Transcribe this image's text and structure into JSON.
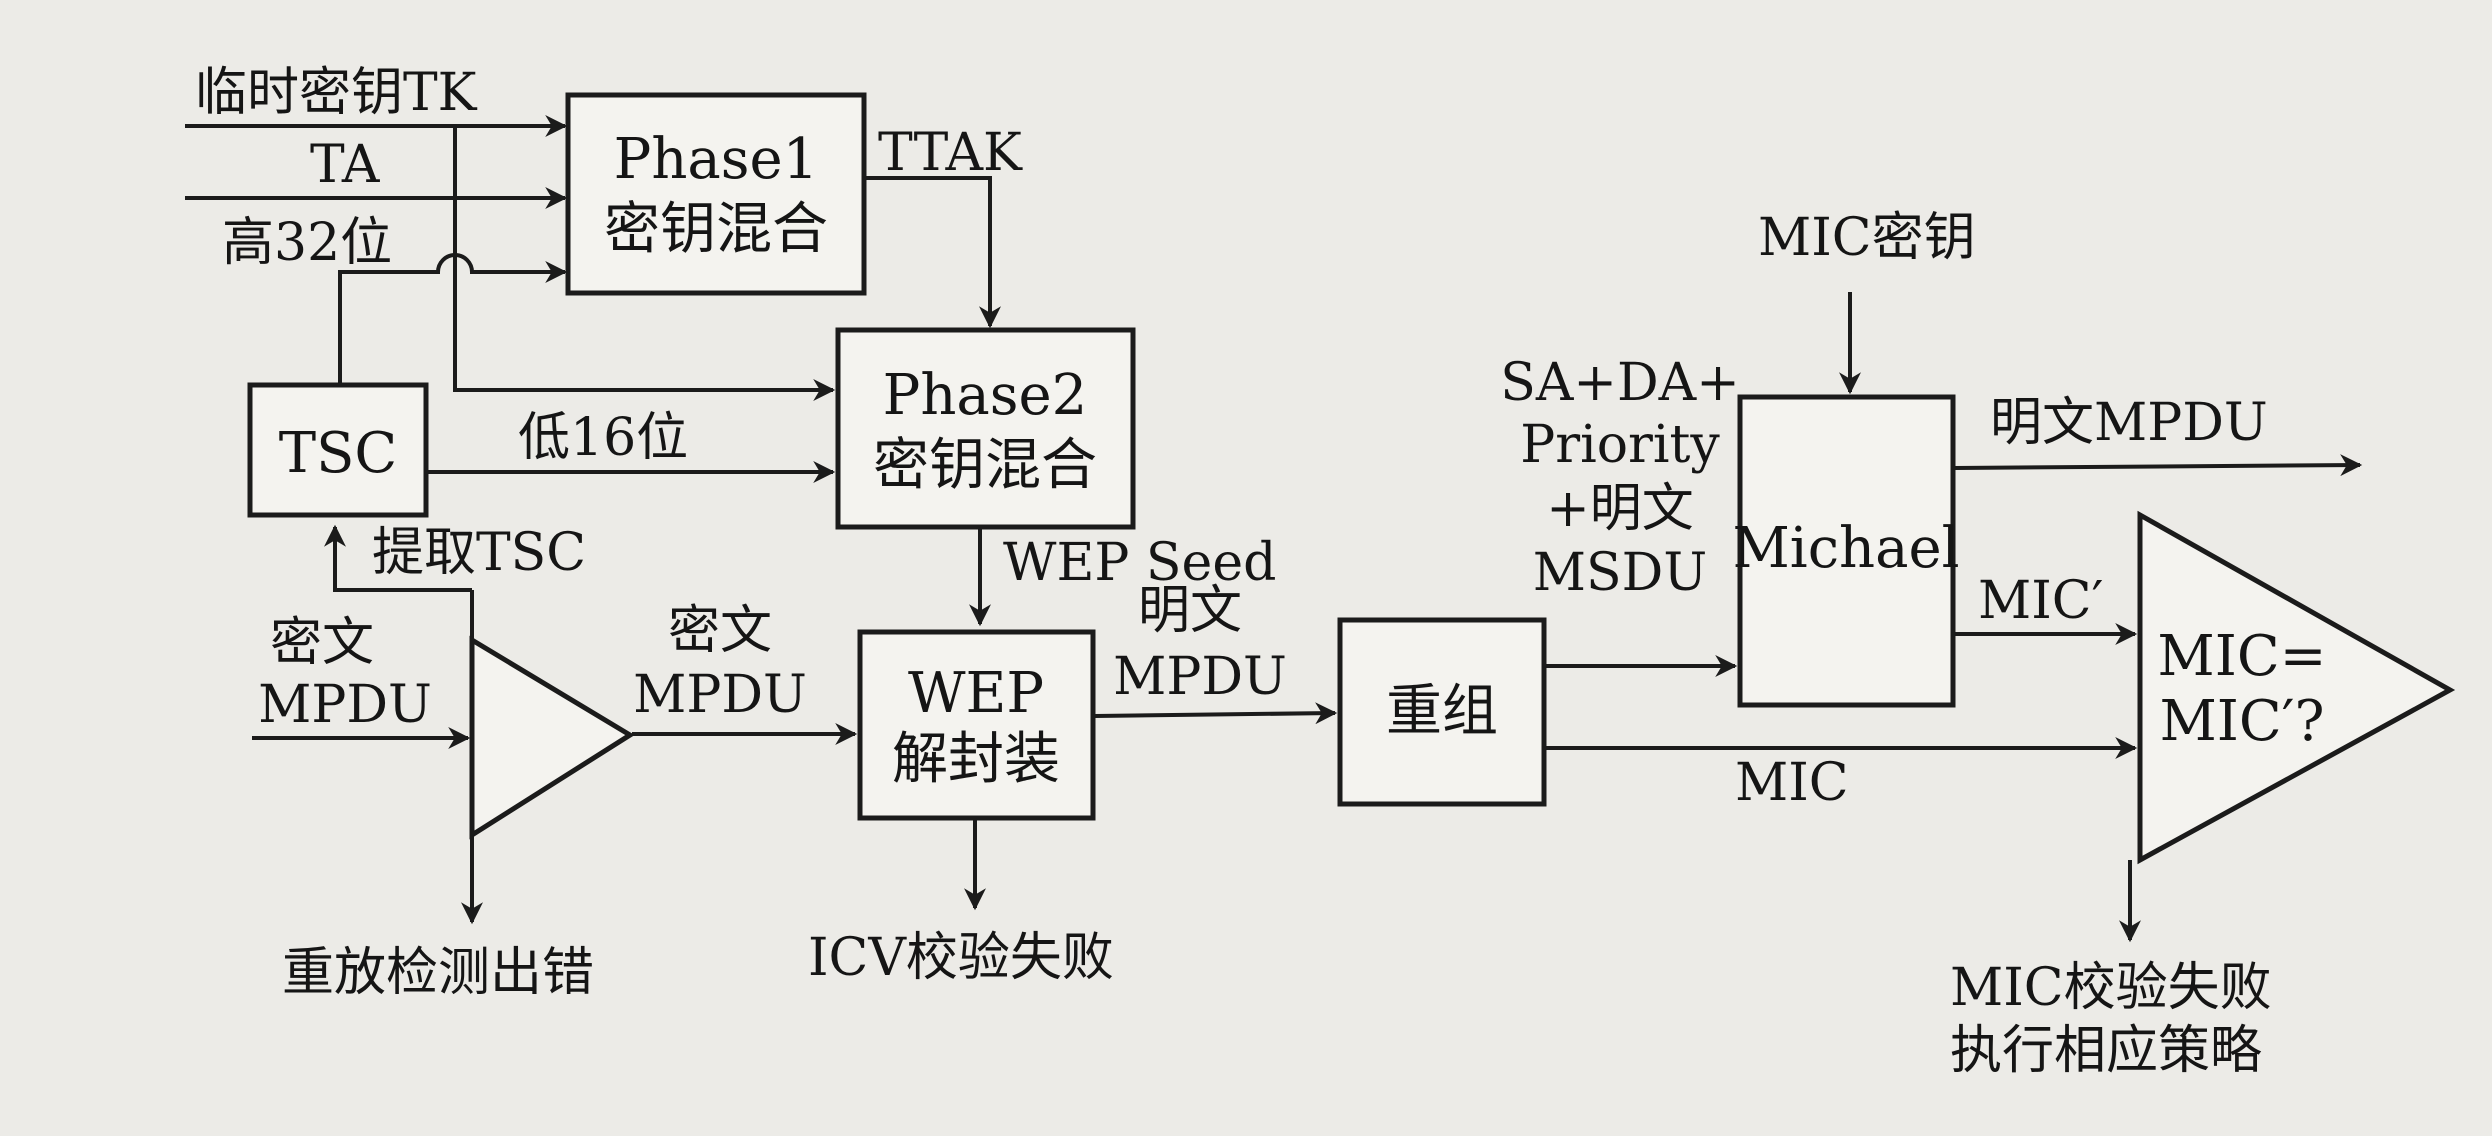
{
  "inputs": {
    "temp_key_tk": "临时密钥TK",
    "ta": "TA",
    "high32": "高32位",
    "low16": "低16位",
    "extract_tsc": "提取TSC",
    "mic_key": "MIC密钥"
  },
  "blocks": {
    "phase1_l1": "Phase1",
    "phase1_l2": "密钥混合",
    "phase2_l1": "Phase2",
    "phase2_l2": "密钥混合",
    "tsc": "TSC",
    "wep_l1": "WEP",
    "wep_l2": "解封装",
    "reassemble": "重组",
    "michael": "Michael",
    "compare_l1": "MIC=",
    "compare_l2": "MIC′?"
  },
  "signals": {
    "ttak": "TTAK",
    "wep_seed": "WEP Seed",
    "cipher_in_l1": "密文",
    "cipher_in_l2": "MPDU",
    "cipher_mid_l1": "密文",
    "cipher_mid_l2": "MPDU",
    "plain_l1": "明文",
    "plain_l2": "MPDU",
    "sa_l1": "SA+DA+",
    "sa_l2": "Priority",
    "sa_l3": "+明文",
    "sa_l4": "MSDU",
    "plain_out": "明文MPDU",
    "mic_prime": "MIC′",
    "mic": "MIC"
  },
  "outcomes": {
    "replay_error": "重放检测出错",
    "icv_fail": "ICV校验失败",
    "mic_fail_l1": "MIC校验失败",
    "mic_fail_l2": "执行相应策略"
  }
}
